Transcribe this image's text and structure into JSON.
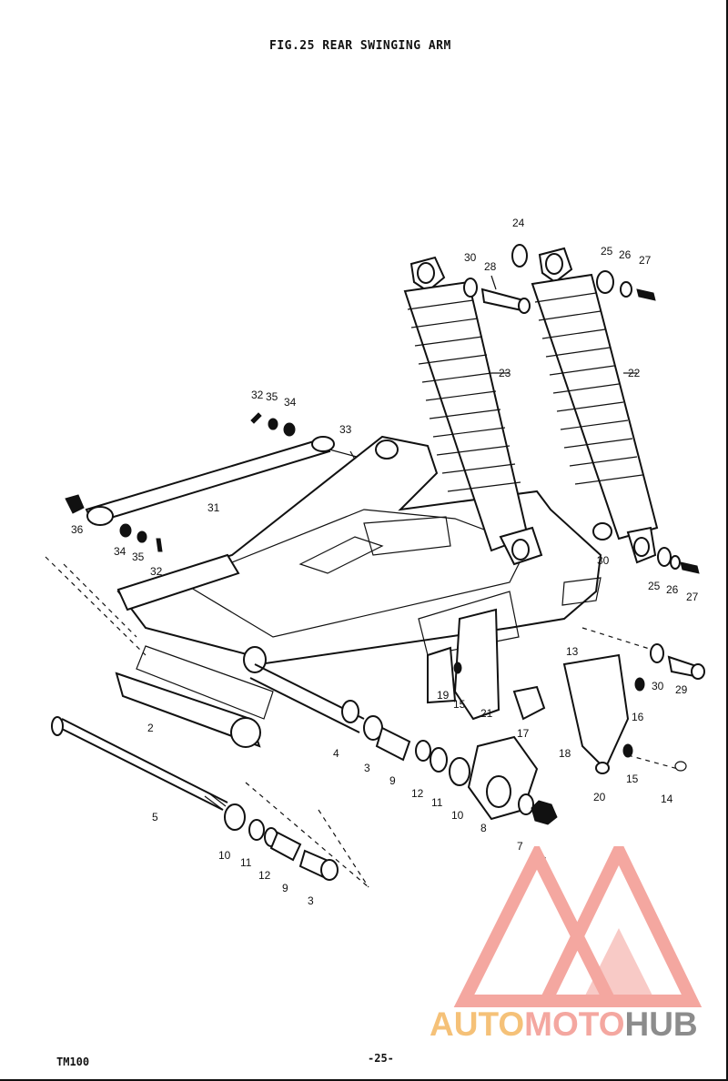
{
  "title": "FIG.25  REAR SWINGING ARM",
  "footer": {
    "model": "TM100",
    "page": "-25-"
  },
  "watermark": {
    "part1": "AUTO",
    "part2": "MOTO",
    "part3": "HUB"
  },
  "colors": {
    "ink": "#111111",
    "watermark_red": "#f4a7a0",
    "watermark_orange": "#f5c178",
    "watermark_gray": "#8c8c8c"
  },
  "labels": [
    "24",
    "30",
    "28",
    "25",
    "26",
    "27",
    "23",
    "22",
    "32",
    "35",
    "34",
    "33",
    "31",
    "36",
    "34",
    "35",
    "32",
    "30",
    "25",
    "26",
    "27",
    "13",
    "30",
    "29",
    "19",
    "15",
    "21",
    "16",
    "2",
    "4",
    "3",
    "9",
    "12",
    "11",
    "10",
    "8",
    "17",
    "18",
    "15",
    "20",
    "14",
    "5",
    "10",
    "11",
    "12",
    "9",
    "3",
    "7",
    "6"
  ]
}
